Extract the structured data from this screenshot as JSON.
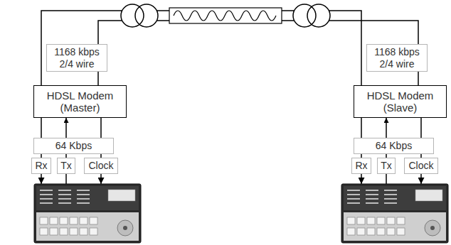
{
  "diagram": {
    "nodes": [
      {
        "text": [
          "1168 kbps 2/4 wire"
        ]
      },
      {
        "text": [
          "1168 kbps 2/4 wire"
        ]
      },
      {
        "text": [
          "HDSL Modem (Master)"
        ]
      },
      {
        "text": [
          "HDSL Modem (Slave)"
        ]
      },
      {
        "text": [
          "64 Kbps"
        ]
      },
      {
        "text": [
          "Rx"
        ]
      },
      {
        "text": [
          "Tx"
        ]
      },
      {
        "text": [
          "Clock"
        ]
      },
      {
        "text": [
          "64 Kbps"
        ]
      },
      {
        "text": [
          "Rx"
        ]
      },
      {
        "text": [
          "Tx"
        ]
      },
      {
        "text": [
          "Clock"
        ]
      }
    ],
    "edges": [
      {
        "from": 0,
        "to": 2,
        "arrow": "none"
      },
      {
        "from": 1,
        "to": 3,
        "arrow": "none"
      },
      {
        "from": 2,
        "to": 5,
        "arrow": "none"
      },
      {
        "from": 6,
        "to": 2,
        "arrow": "to"
      },
      {
        "from": 2,
        "to": 7,
        "arrow": "none"
      },
      {
        "from": 3,
        "to": 9,
        "arrow": "none"
      },
      {
        "from": 10,
        "to": 3,
        "arrow": "to"
      },
      {
        "from": 3,
        "to": 11,
        "arrow": "none"
      }
    ]
  }
}
